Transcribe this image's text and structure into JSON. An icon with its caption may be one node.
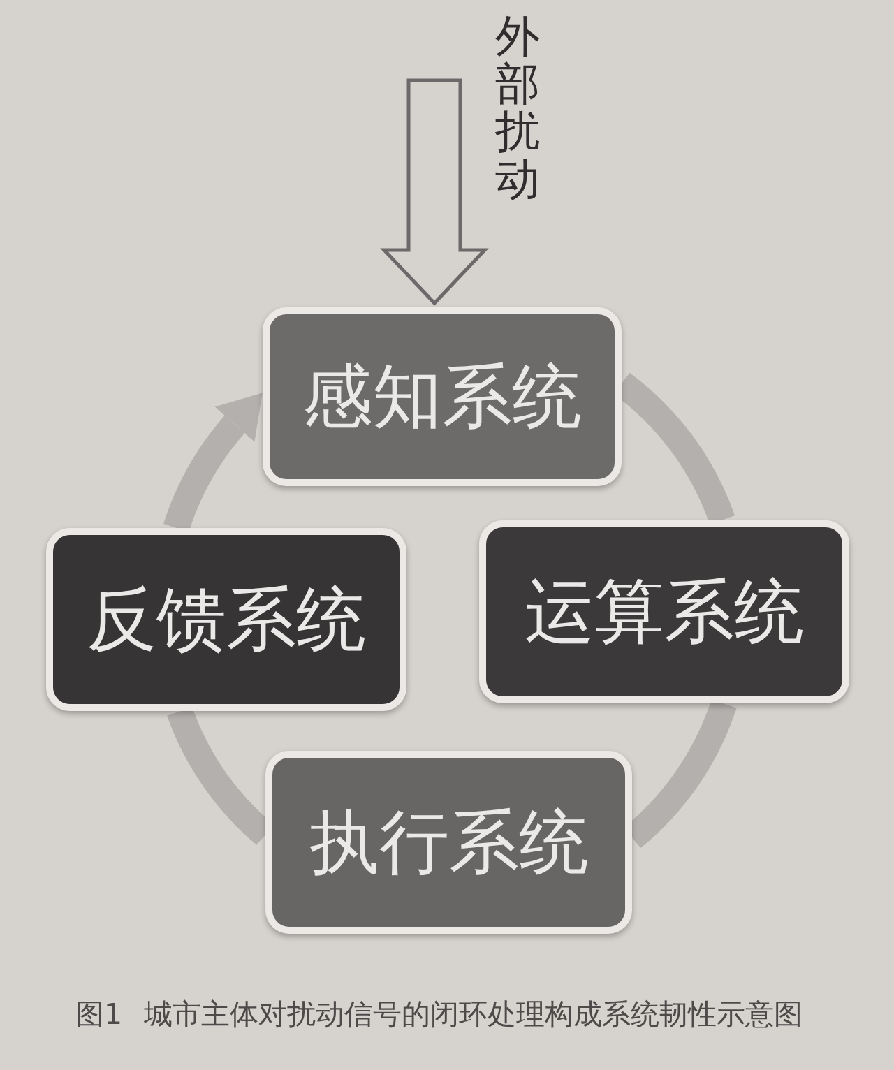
{
  "diagram": {
    "caption": "图1 城市主体对扰动信号的闭环处理构成系统韧性示意图",
    "nodes": [
      {
        "text": [
          "感知系统"
        ]
      },
      {
        "text": [
          "反馈系统"
        ]
      },
      {
        "text": [
          "运算系统"
        ]
      },
      {
        "text": [
          "执行系统"
        ]
      }
    ],
    "edges": [
      {
        "from": 0,
        "to": 2,
        "arrow": "none"
      },
      {
        "from": 2,
        "to": 3,
        "arrow": "none"
      },
      {
        "from": 3,
        "to": 1,
        "arrow": "none"
      },
      {
        "from": 1,
        "to": 0,
        "arrow": "to"
      },
      {
        "from": null,
        "to": 0,
        "arrow": "to",
        "label": "外部扰动",
        "color": "#6b6969"
      }
    ]
  }
}
